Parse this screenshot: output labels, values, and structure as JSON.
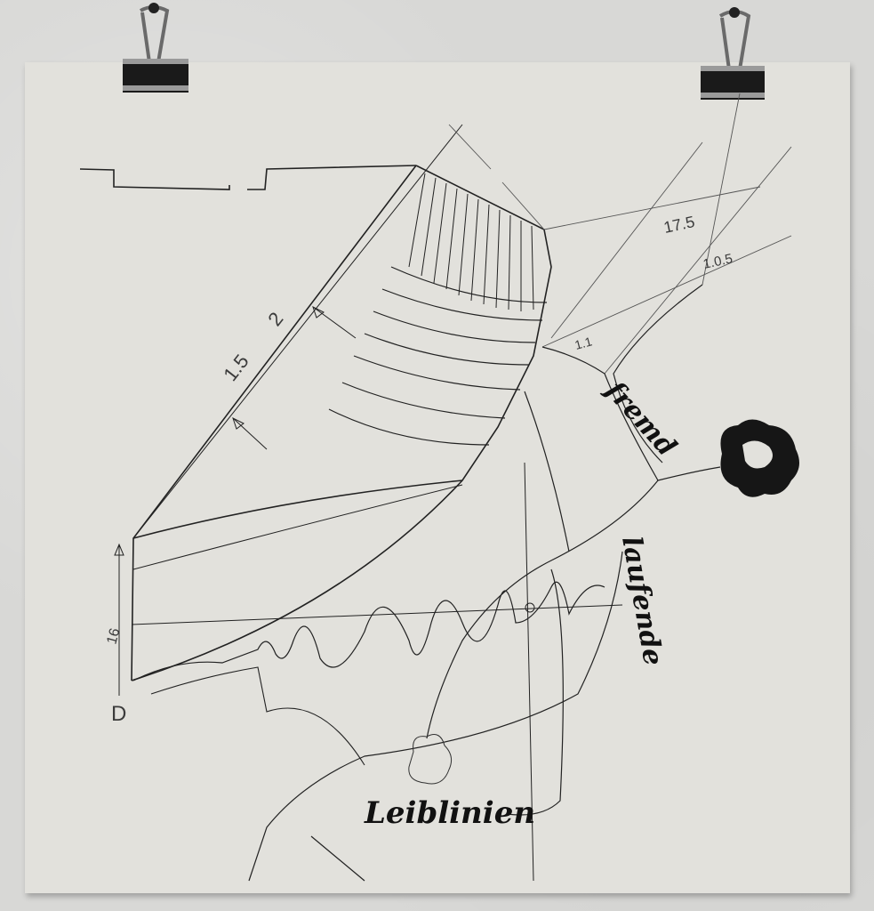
{
  "scene": {
    "description": "Handmade line drawing with cut-outs on cream paper, hung on a white wall by two black binder clips",
    "colors": {
      "wall": "#d8d8d6",
      "paper": "#e2e1dc",
      "ink": "#1e1e1e",
      "cut_shadow": "#c9c6bf"
    }
  },
  "measurements": {
    "m1": "17.5",
    "m2": "1.0.5",
    "m3": "1.1",
    "m4": "2",
    "m5": "1.5",
    "m6": "16",
    "m7": "D"
  },
  "handwritten_words": {
    "fremd": "fremd",
    "laufende": "laufende",
    "leiblinien": "Leiblinien"
  },
  "objects": {
    "clip_left": "binder-clip",
    "clip_right": "binder-clip",
    "tree_right": "filled-tree-blob",
    "tree_bottom": "outline-tree-blob"
  }
}
